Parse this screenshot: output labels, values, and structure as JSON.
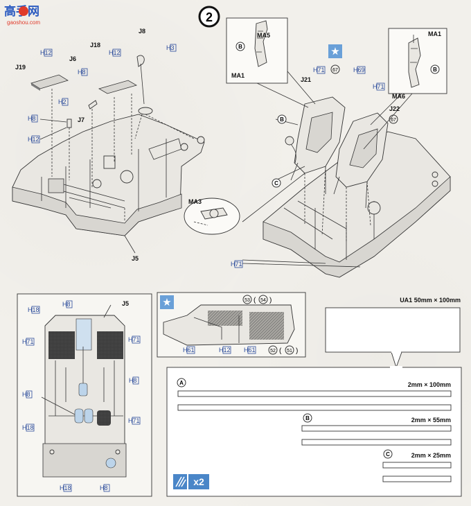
{
  "header": {
    "site_logo": "高手网",
    "site_url": "gaoshou.com"
  },
  "step": {
    "number": "2"
  },
  "left_diagram": {
    "parts": {
      "j19": "J19",
      "j18": "J18",
      "j8": "J8",
      "j6": "J6",
      "j7": "J7",
      "j5": "J5"
    },
    "colors": {
      "h12a": "H12",
      "h12b": "H12",
      "h3": "H3",
      "h8a": "H8",
      "h2": "H2",
      "h8b": "H8",
      "h12c": "H12"
    }
  },
  "right_diagram": {
    "parts": {
      "j21": "J21",
      "j22": "J22",
      "ma1a": "MA1",
      "ma5": "MA5",
      "ma1b": "MA1",
      "ma6": "MA6",
      "ma3": "MA3"
    },
    "letters": {
      "b1": "B",
      "b2": "B",
      "b3": "B",
      "c1": "C"
    },
    "colors": {
      "h71a": "H71",
      "h69": "H69",
      "h71b": "H71",
      "h71c": "H71"
    },
    "decals": {
      "d67a": "67",
      "d67b": "67"
    },
    "star": "★"
  },
  "bottom_left": {
    "part": "J5",
    "colors": {
      "h18a": "H18",
      "h8a": "H8",
      "h71a": "H71",
      "h71b": "H71",
      "h8b": "H8",
      "h8c": "H8",
      "h18b": "H18",
      "h71c": "H71",
      "h18c": "H18",
      "h8d": "H8"
    }
  },
  "bottom_mid": {
    "star": "★",
    "decals": {
      "d53": "53",
      "d54": "54",
      "d52": "52",
      "d51": "51"
    },
    "colors": {
      "h61a": "H61",
      "h12": "H12",
      "h61b": "H61"
    }
  },
  "seatbelt": {
    "title": "UA1 50mm × 100mm",
    "strips": [
      {
        "letter": "A",
        "size": "2mm × 100mm"
      },
      {
        "letter": "B",
        "size": "2mm × 55mm"
      },
      {
        "letter": "C",
        "size": "2mm × 25mm"
      }
    ],
    "multiplier": "x2"
  }
}
